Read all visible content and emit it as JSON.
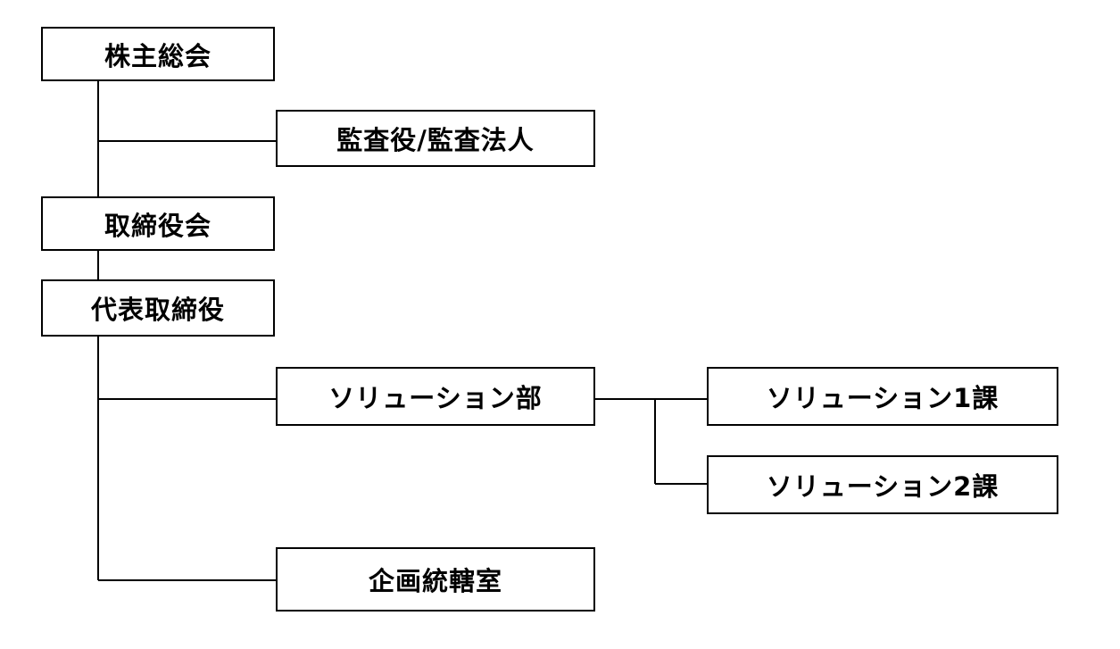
{
  "nodes": {
    "shareholders": "株主総会",
    "auditor": "監査役/監査法人",
    "board": "取締役会",
    "ceo": "代表取締役",
    "solution_dept": "ソリューション部",
    "solution_1": "ソリューション1課",
    "solution_2": "ソリューション2課",
    "planning": "企画統轄室"
  },
  "colors": {
    "line": "#000000",
    "box_border": "#000000",
    "box_fill": "#ffffff",
    "text": "#000000"
  }
}
